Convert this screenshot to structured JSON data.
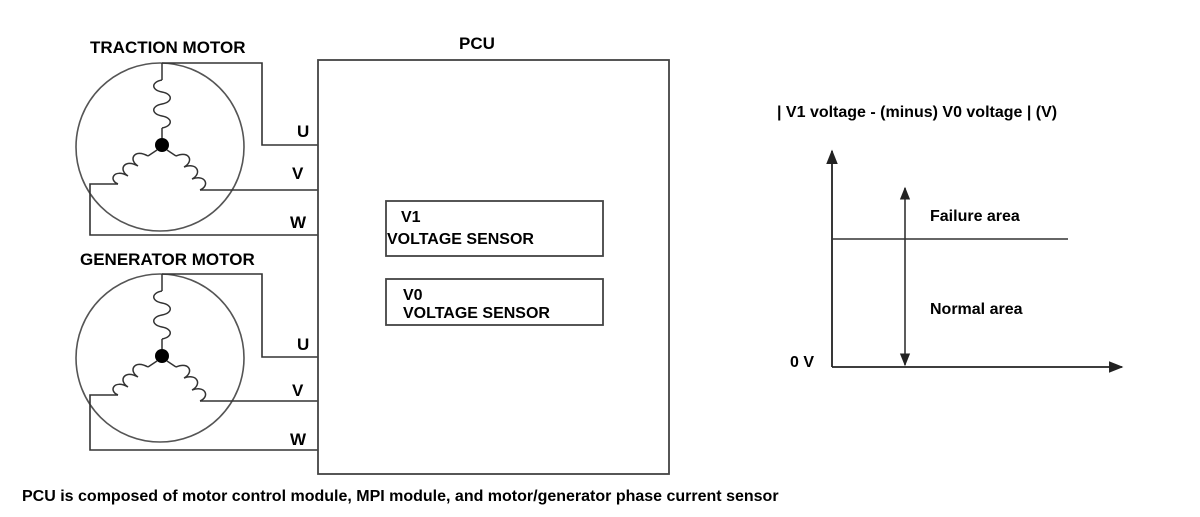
{
  "traction_motor": {
    "title": "TRACTION MOTOR"
  },
  "generator_motor": {
    "title": "GENERATOR MOTOR"
  },
  "pcu": {
    "title": "PCU",
    "terminals_traction": [
      "U",
      "V",
      "W"
    ],
    "terminals_generator": [
      "U",
      "V",
      "W"
    ],
    "v1_sensor": {
      "line1": "V1",
      "line2": "VOLTAGE SENSOR"
    },
    "v0_sensor": {
      "line1": "V0",
      "line2": "VOLTAGE SENSOR"
    }
  },
  "graph": {
    "y_axis_label": "| V1 voltage - (minus) V0 voltage | (V)",
    "origin_label": "0 V",
    "failure_label": "Failure area",
    "normal_label": "Normal area"
  },
  "footer": {
    "note": "PCU is composed of motor control module, MPI module, and motor/generator phase current sensor"
  }
}
